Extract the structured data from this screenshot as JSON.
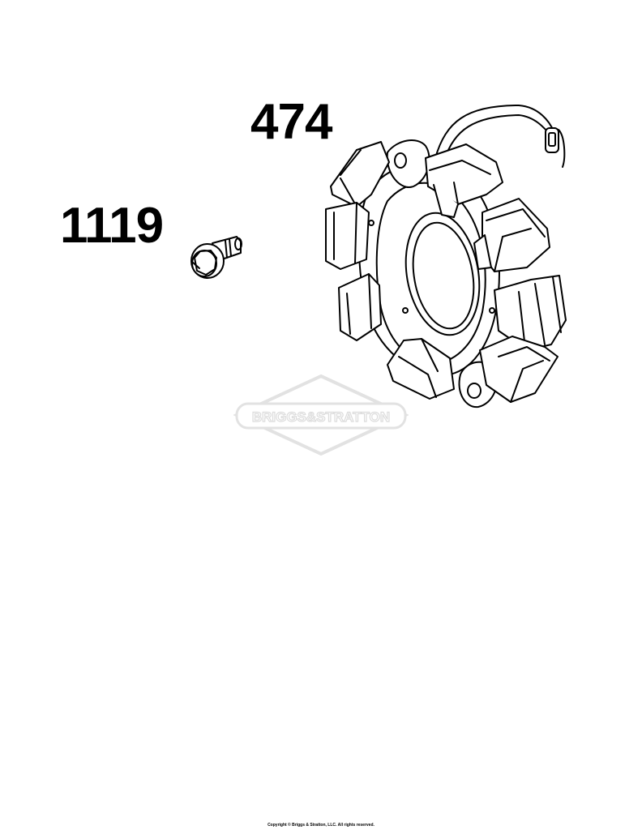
{
  "callouts": {
    "stator": "474",
    "screw": "1119"
  },
  "watermark": {
    "text": "BRIGGS&STRATTON",
    "color": "#e2e2e2"
  },
  "footer": {
    "copyright": "Copyright © Briggs & Stratton, LLC. All rights reserved."
  },
  "colors": {
    "line": "#000000",
    "background": "#ffffff"
  }
}
